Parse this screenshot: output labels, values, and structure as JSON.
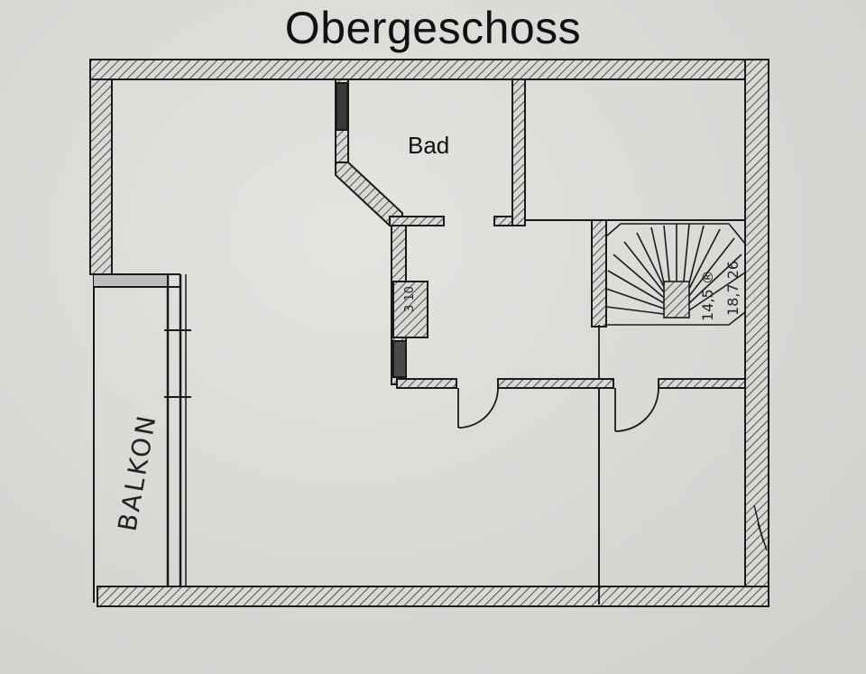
{
  "plan": {
    "title": "Obergeschoss",
    "rooms": {
      "bath": "Bad",
      "balcony": "BALKON"
    },
    "stair_note": {
      "line1": "14,5 ®",
      "line2": "18,7 26"
    },
    "chimney_label": "3 10"
  },
  "colors": {
    "ink": "#1a1a1a",
    "paper": "#dcdcd9"
  }
}
